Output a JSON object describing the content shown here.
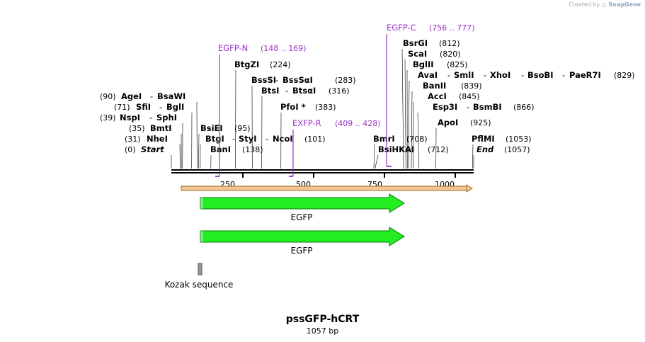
{
  "credit": {
    "prefix": "Created by",
    "brand": "SnapGene"
  },
  "sequence": {
    "name": "pssGFP-hCRT",
    "length_label": "1057 bp",
    "length": 1057
  },
  "colors": {
    "backbone": "#000000",
    "primer": "#9b30c9",
    "feature_fill": "#22ee22",
    "feature_stroke": "#0a7a0a",
    "orf_fill": "#f0c896",
    "orf_stroke": "#a06a2a",
    "kozak_fill": "#999999"
  },
  "ruler": {
    "ticks": [
      "250",
      "500",
      "750",
      "1000"
    ]
  },
  "sites": [
    {
      "label": "(0)",
      "name": "Start",
      "end_marker": true
    },
    {
      "label": "(31)",
      "name": "NheI"
    },
    {
      "label": "(35)",
      "name": "BmtI"
    },
    {
      "label": "(39)",
      "name": "NspI",
      "extra": "SphI"
    },
    {
      "label": "(71)",
      "name": "SfiI",
      "extra": "BglI"
    },
    {
      "label": "(90)",
      "name": "AgeI",
      "extra": "BsaWI"
    },
    {
      "label": "(95)",
      "name": "BsiEI"
    },
    {
      "label": "(101)",
      "name": "BtgI",
      "extra": "StyI",
      "extra2": "NcoI"
    },
    {
      "label": "(138)",
      "name": "BanI"
    },
    {
      "label": "(224)",
      "name": "BtgZI"
    },
    {
      "label": "(283)",
      "name": "BssSI",
      "extra": "BssSαI"
    },
    {
      "label": "(316)",
      "name": "BtsI",
      "extra": "BtsαI"
    },
    {
      "label": "(383)",
      "name": "PfoI *"
    },
    {
      "label": "(708)",
      "name": "BmrI"
    },
    {
      "label": "(712)",
      "name": "BsiHKAI"
    },
    {
      "label": "(812)",
      "name": "BsrGI"
    },
    {
      "label": "(820)",
      "name": "ScaI"
    },
    {
      "label": "(825)",
      "name": "BglII"
    },
    {
      "label": "(829)",
      "name": "AvaI",
      "extra": "SmlI",
      "extra2": "XhoI",
      "extra3": "BsoBI",
      "extra4": "PaeR7I"
    },
    {
      "label": "(839)",
      "name": "BanII"
    },
    {
      "label": "(845)",
      "name": "AccI"
    },
    {
      "label": "(866)",
      "name": "Esp3I",
      "extra": "BsmBI"
    },
    {
      "label": "(925)",
      "name": "ApoI"
    },
    {
      "label": "(1053)",
      "name": "PflMI"
    },
    {
      "label": "(1057)",
      "name": "End",
      "end_marker": true
    }
  ],
  "primers": [
    {
      "name": "EGFP-N",
      "range": "(148 .. 169)",
      "start": 148,
      "end": 169
    },
    {
      "name": "EXFP-R",
      "range": "(409 .. 428)",
      "start": 409,
      "end": 428
    },
    {
      "name": "EGFP-C",
      "range": "(756 .. 777)",
      "start": 756,
      "end": 777
    }
  ],
  "features": [
    {
      "name": "EGFP",
      "type": "arrow"
    },
    {
      "name": "EGFP",
      "type": "arrow"
    },
    {
      "name": "Kozak sequence",
      "type": "box"
    }
  ]
}
